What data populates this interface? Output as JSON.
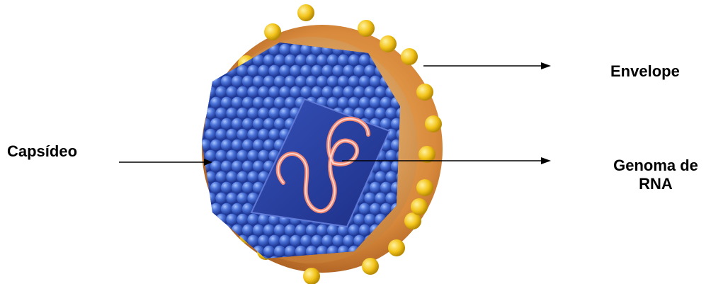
{
  "labels": {
    "capsid": "Capsídeo",
    "envelope": "Envelope",
    "genome_line1": "Genoma de",
    "genome_line2": "RNA"
  },
  "icons": {
    "virus": "enveloped-virus-illustration",
    "arrow": "arrow-right-icon"
  },
  "colors": {
    "envelope": "#c8782e",
    "envelope_inner": "#e8a858",
    "spike": "#f2c318",
    "capsid": "#3a5fc8",
    "genome": "#f07a6a",
    "label_text": "#000000"
  }
}
